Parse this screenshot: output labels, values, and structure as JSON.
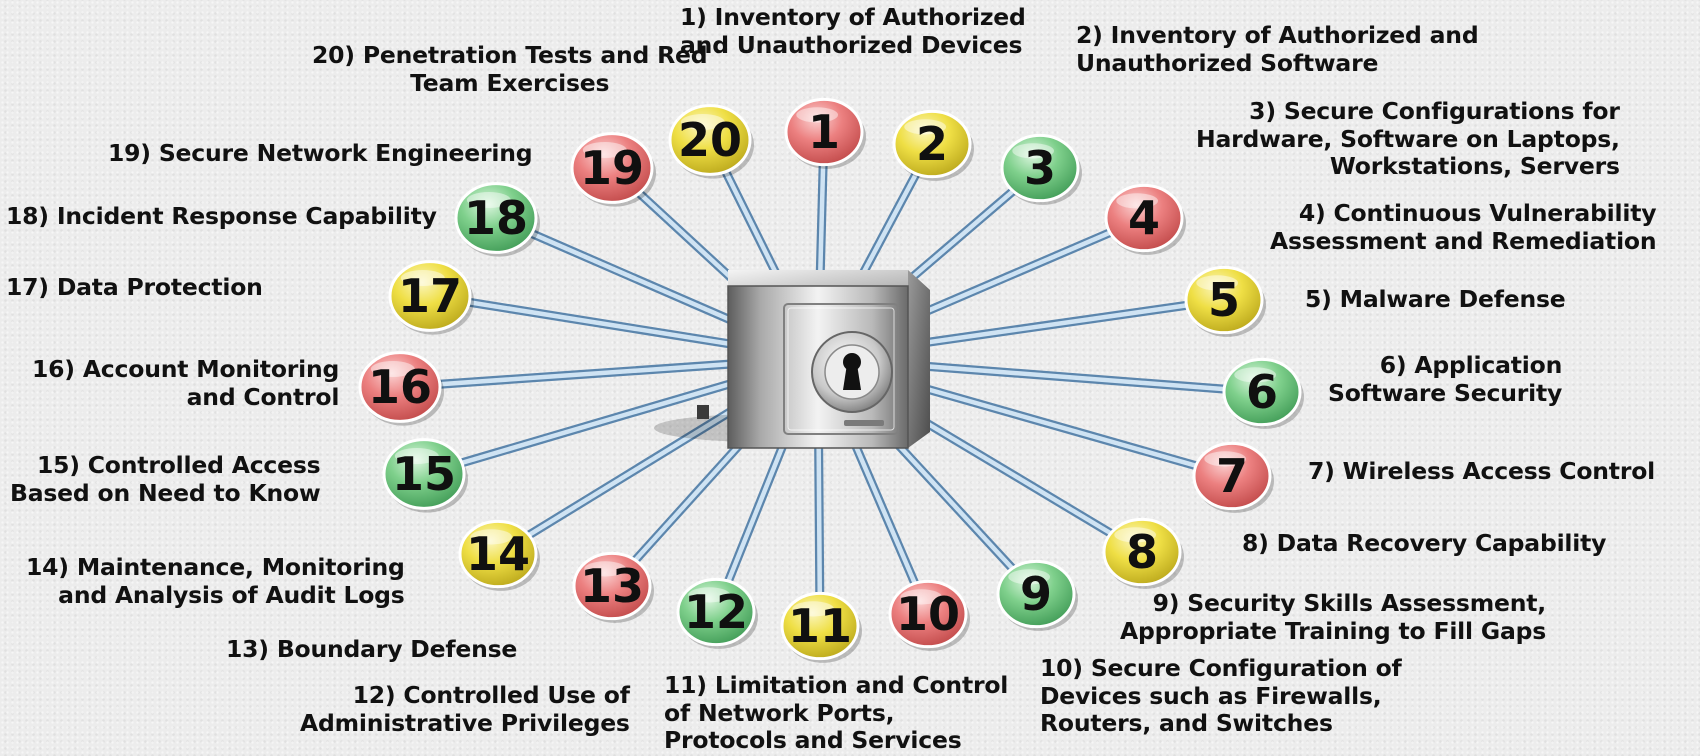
{
  "colors": {
    "red": "#e86c6c",
    "yellow": "#ecd93a",
    "green": "#76cc85",
    "spoke": "#cfe3f3",
    "spoke_edge": "#5c86ad"
  },
  "controls": [
    {
      "num": "1",
      "color": "red",
      "label": "1) Inventory of Authorized\nand Unauthorized Devices"
    },
    {
      "num": "2",
      "color": "yellow",
      "label": "2) Inventory of Authorized and\nUnauthorized Software"
    },
    {
      "num": "3",
      "color": "green",
      "label": "3) Secure Configurations for\nHardware, Software on Laptops,\nWorkstations, Servers"
    },
    {
      "num": "4",
      "color": "red",
      "label": "4) Continuous Vulnerability\nAssessment and Remediation"
    },
    {
      "num": "5",
      "color": "yellow",
      "label": "5) Malware Defense"
    },
    {
      "num": "6",
      "color": "green",
      "label": "6) Application\nSoftware Security"
    },
    {
      "num": "7",
      "color": "red",
      "label": "7) Wireless Access Control"
    },
    {
      "num": "8",
      "color": "yellow",
      "label": "8) Data Recovery Capability"
    },
    {
      "num": "9",
      "color": "green",
      "label": "9) Security Skills Assessment,\nAppropriate Training to Fill Gaps"
    },
    {
      "num": "10",
      "color": "red",
      "label": "10) Secure Configuration of\nDevices such as Firewalls,\nRouters, and Switches"
    },
    {
      "num": "11",
      "color": "yellow",
      "label": "11) Limitation and Control\nof Network Ports,\nProtocols and Services"
    },
    {
      "num": "12",
      "color": "green",
      "label": "12) Controlled Use of\nAdministrative Privileges"
    },
    {
      "num": "13",
      "color": "red",
      "label": "13) Boundary Defense"
    },
    {
      "num": "14",
      "color": "yellow",
      "label": "14) Maintenance, Monitoring\nand Analysis of Audit Logs"
    },
    {
      "num": "15",
      "color": "green",
      "label": "15) Controlled Access\nBased on Need to Know"
    },
    {
      "num": "16",
      "color": "red",
      "label": "16) Account Monitoring\nand Control"
    },
    {
      "num": "17",
      "color": "yellow",
      "label": "17) Data Protection"
    },
    {
      "num": "18",
      "color": "green",
      "label": "18) Incident Response Capability"
    },
    {
      "num": "19",
      "color": "red",
      "label": "19) Secure Network Engineering"
    },
    {
      "num": "20",
      "color": "yellow",
      "label": "20) Penetration Tests and Red\nTeam Exercises"
    }
  ]
}
